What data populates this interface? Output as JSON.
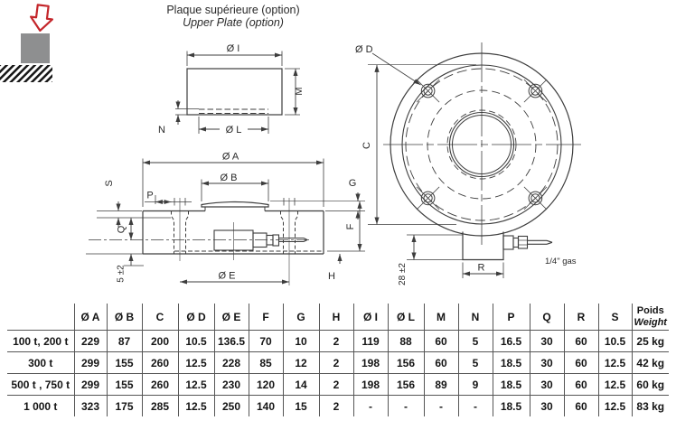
{
  "upper_plate": {
    "title_fr": "Plaque supérieure (option)",
    "title_en": "Upper Plate (option)",
    "labels": {
      "di": "Ø I",
      "m": "M",
      "n": "N",
      "dl": "Ø L"
    }
  },
  "side_view": {
    "labels": {
      "da": "Ø A",
      "db": "Ø B",
      "s": "S",
      "p": "P",
      "q": "Q",
      "g": "G",
      "f": "F",
      "h": "H",
      "de": "Ø E",
      "tol5": "5 ±2"
    }
  },
  "top_view": {
    "labels": {
      "dd": "Ø D",
      "c": "C",
      "tol28": "28 ±2",
      "r": "R",
      "gas": "1/4\" gas"
    }
  },
  "table": {
    "col_headers": [
      "",
      "Ø A",
      "Ø B",
      "C",
      "Ø D",
      "Ø E",
      "F",
      "G",
      "H",
      "Ø I",
      "Ø L",
      "M",
      "N",
      "P",
      "Q",
      "R",
      "S"
    ],
    "weight_header": {
      "fr": "Poids",
      "en": "Weight"
    },
    "rows": [
      {
        "label": "100 t, 200 t",
        "values": [
          "229",
          "87",
          "200",
          "10.5",
          "136.5",
          "70",
          "10",
          "2",
          "119",
          "88",
          "60",
          "5",
          "16.5",
          "30",
          "60",
          "10.5",
          "25 kg"
        ]
      },
      {
        "label": "300 t",
        "values": [
          "299",
          "155",
          "260",
          "12.5",
          "228",
          "85",
          "12",
          "2",
          "198",
          "156",
          "60",
          "5",
          "18.5",
          "30",
          "60",
          "12.5",
          "42 kg"
        ]
      },
      {
        "label": "500 t , 750 t",
        "values": [
          "299",
          "155",
          "260",
          "12.5",
          "230",
          "120",
          "14",
          "2",
          "198",
          "156",
          "89",
          "9",
          "18.5",
          "30",
          "60",
          "12.5",
          "60 kg"
        ]
      },
      {
        "label": "1 000 t",
        "values": [
          "323",
          "175",
          "285",
          "12.5",
          "250",
          "140",
          "15",
          "2",
          "-",
          "-",
          "-",
          "-",
          "18.5",
          "30",
          "60",
          "12.5",
          "83 kg"
        ]
      }
    ]
  }
}
